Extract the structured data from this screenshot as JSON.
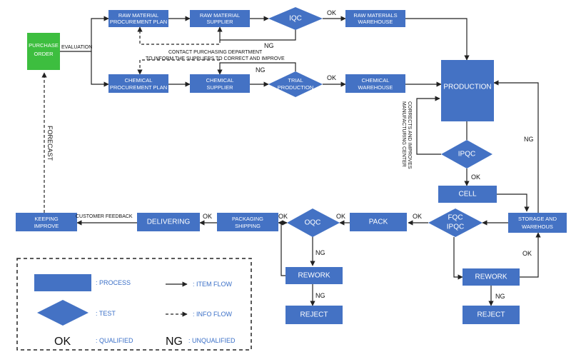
{
  "colors": {
    "process": "#4472c4",
    "order": "#3dbe3f",
    "line": "#222222",
    "legend_text": "#3a6fc7"
  },
  "nodes": {
    "purchase_order": [
      "PURCHASE",
      "ORDER"
    ],
    "raw_procurement": [
      "RAW MATERIAL",
      "PROCUREMENT PLAN"
    ],
    "raw_supplier": [
      "RAW MATERIAL",
      "SUPPLIER"
    ],
    "iqc": "IQC",
    "raw_warehouse": [
      "RAW MATERIALS",
      "WAREHOUSE"
    ],
    "chem_procurement": [
      "CHEMICAL",
      "PROCUREMENT PLAN"
    ],
    "chem_supplier": [
      "CHEMICAL",
      "SUPPLIER"
    ],
    "trial_production": [
      "TRIAL",
      "PRODUCTION"
    ],
    "chem_warehouse": [
      "CHEMICAL",
      "WAREHOUSE"
    ],
    "production": "PRODUCTION",
    "ipqc": "IPQC",
    "cell": "CELL",
    "fqc_ipqc": [
      "FQC",
      "IPQC"
    ],
    "storage": [
      "STORAGE AND",
      "WAREHOUS"
    ],
    "pack": "PACK",
    "oqc": "OQC",
    "packaging": [
      "PACKAGING",
      "SHIPPING"
    ],
    "delivering": "DELIVERING",
    "keeping": [
      "KEEPING",
      "IMPROVE"
    ],
    "rework_left": "REWORK",
    "reject_left": "REJECT",
    "rework_right": "REWORK",
    "reject_right": "REJECT"
  },
  "labels": {
    "evaluation": "EVALUATION",
    "contact": [
      "CONTACT PURCHASING DEPARTMENT",
      "TO INFORM THE SUPPLIERS TO CORRECT AND IMPROVE"
    ],
    "manufacturing": [
      "MANUFACTURING CENTER",
      "CORRECTS AND IMPROVES"
    ],
    "forecast": "FORECAST",
    "customer_feedback": "CUSTOMER FEEDBACK",
    "ok": "OK",
    "ng": "NG"
  },
  "legend": {
    "process": ": PROCESS",
    "test": ": TEST",
    "qualified_symbol": "OK",
    "qualified": ": QUALIFIED",
    "item_flow": ": ITEM FLOW",
    "info_flow": ": INFO FLOW",
    "unqualified_symbol": "NG",
    "unqualified": ": UNQUALIFIED"
  }
}
